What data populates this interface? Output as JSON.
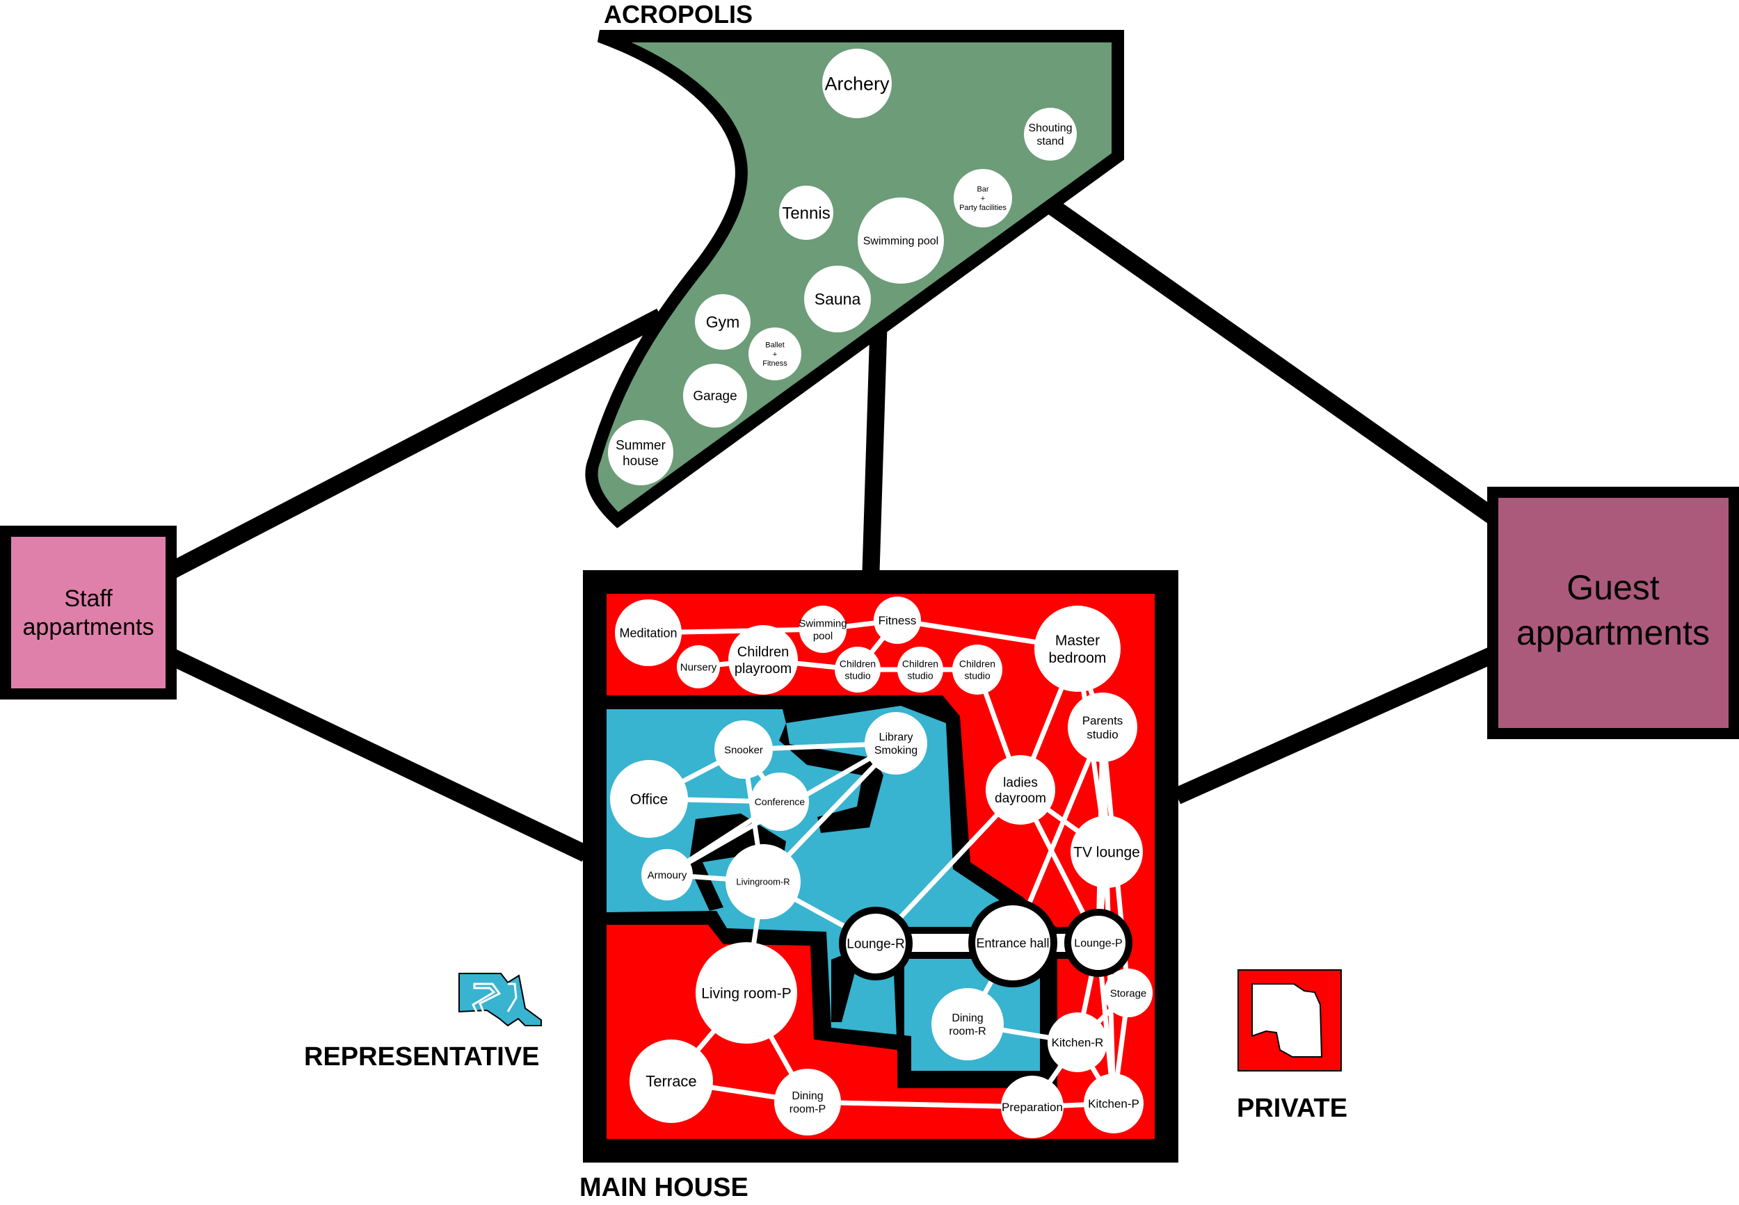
{
  "headings": {
    "acropolis": "ACROPOLIS",
    "main_house": "MAIN HOUSE",
    "representative": "REPRESENTATIVE",
    "private": "PRIVATE"
  },
  "buildings": {
    "staff": [
      "Staff",
      "appartments"
    ],
    "guest": [
      "Guest",
      "appartments"
    ]
  },
  "colors": {
    "acropolis": "#6c9c78",
    "main_house": "#ff0000",
    "representative": "#38b3d0",
    "staff": "#df80aa",
    "guest": "#ac5a7c",
    "outline": "#000000",
    "node": "#ffffff"
  },
  "acropolis_nodes": [
    {
      "id": "archery",
      "lines": [
        "Archery"
      ]
    },
    {
      "id": "shouting-stand",
      "lines": [
        "Shouting",
        "stand"
      ]
    },
    {
      "id": "bar",
      "lines": [
        "Bar",
        "+",
        "Party facilities"
      ]
    },
    {
      "id": "tennis",
      "lines": [
        "Tennis"
      ]
    },
    {
      "id": "swimming-pool",
      "lines": [
        "Swimming pool"
      ]
    },
    {
      "id": "sauna",
      "lines": [
        "Sauna"
      ]
    },
    {
      "id": "gym",
      "lines": [
        "Gym"
      ]
    },
    {
      "id": "ballet",
      "lines": [
        "Ballet",
        "+",
        "Fitness"
      ]
    },
    {
      "id": "garage",
      "lines": [
        "Garage"
      ]
    },
    {
      "id": "summer-house",
      "lines": [
        "Summer",
        "house"
      ]
    }
  ],
  "house_nodes": [
    {
      "id": "meditation",
      "lines": [
        "Meditation"
      ]
    },
    {
      "id": "swimming-pool-p",
      "lines": [
        "Swimming",
        "pool"
      ]
    },
    {
      "id": "fitness",
      "lines": [
        "Fitness"
      ]
    },
    {
      "id": "master-bedroom",
      "lines": [
        "Master",
        "bedroom"
      ]
    },
    {
      "id": "nursery",
      "lines": [
        "Nursery"
      ]
    },
    {
      "id": "children-playroom",
      "lines": [
        "Children",
        "playroom"
      ]
    },
    {
      "id": "children-studio-1",
      "lines": [
        "Children",
        "studio"
      ]
    },
    {
      "id": "children-studio-2",
      "lines": [
        "Children",
        "studio"
      ]
    },
    {
      "id": "children-studio-3",
      "lines": [
        "Children",
        "studio"
      ]
    },
    {
      "id": "parents-studio",
      "lines": [
        "Parents",
        "studio"
      ]
    },
    {
      "id": "snooker",
      "lines": [
        "Snooker"
      ]
    },
    {
      "id": "library-smoking",
      "lines": [
        "Library",
        "Smoking"
      ]
    },
    {
      "id": "office",
      "lines": [
        "Office"
      ]
    },
    {
      "id": "conference",
      "lines": [
        "Conference"
      ]
    },
    {
      "id": "ladies-dayroom",
      "lines": [
        "ladies",
        "dayroom"
      ]
    },
    {
      "id": "armoury",
      "lines": [
        "Armoury"
      ]
    },
    {
      "id": "livingroom-r",
      "lines": [
        "Livingroom-R"
      ]
    },
    {
      "id": "tv-lounge",
      "lines": [
        "TV lounge"
      ]
    },
    {
      "id": "lounge-r",
      "lines": [
        "Lounge-R"
      ]
    },
    {
      "id": "entrance-hall",
      "lines": [
        "Entrance hall"
      ]
    },
    {
      "id": "lounge-p",
      "lines": [
        "Lounge-P"
      ]
    },
    {
      "id": "living-room-p",
      "lines": [
        "Living room-P"
      ]
    },
    {
      "id": "storage",
      "lines": [
        "Storage"
      ]
    },
    {
      "id": "dining-room-r",
      "lines": [
        "Dining",
        "room-R"
      ]
    },
    {
      "id": "kitchen-r",
      "lines": [
        "Kitchen-R"
      ]
    },
    {
      "id": "terrace",
      "lines": [
        "Terrace"
      ]
    },
    {
      "id": "dining-room-p",
      "lines": [
        "Dining",
        "room-P"
      ]
    },
    {
      "id": "preparation",
      "lines": [
        "Preparation"
      ]
    },
    {
      "id": "kitchen-p",
      "lines": [
        "Kitchen-P"
      ]
    }
  ],
  "house_links": [
    [
      "meditation",
      "swimming-pool-p"
    ],
    [
      "swimming-pool-p",
      "fitness"
    ],
    [
      "fitness",
      "master-bedroom"
    ],
    [
      "nursery",
      "children-playroom"
    ],
    [
      "children-playroom",
      "children-studio-1"
    ],
    [
      "children-studio-1",
      "children-studio-2"
    ],
    [
      "children-studio-2",
      "children-studio-3"
    ],
    [
      "children-studio-1",
      "fitness"
    ],
    [
      "children-studio-3",
      "ladies-dayroom"
    ],
    [
      "master-bedroom",
      "ladies-dayroom"
    ],
    [
      "master-bedroom",
      "parents-studio"
    ],
    [
      "master-bedroom",
      "tv-lounge"
    ],
    [
      "parents-studio",
      "tv-lounge"
    ],
    [
      "parents-studio",
      "entrance-hall"
    ],
    [
      "parents-studio",
      "lounge-p"
    ],
    [
      "parents-studio",
      "storage"
    ],
    [
      "parents-studio",
      "kitchen-p"
    ],
    [
      "ladies-dayroom",
      "tv-lounge"
    ],
    [
      "ladies-dayroom",
      "lounge-r"
    ],
    [
      "ladies-dayroom",
      "lounge-p"
    ],
    [
      "snooker",
      "library-smoking"
    ],
    [
      "snooker",
      "office"
    ],
    [
      "snooker",
      "conference"
    ],
    [
      "snooker",
      "livingroom-r"
    ],
    [
      "office",
      "conference"
    ],
    [
      "library-smoking",
      "armoury"
    ],
    [
      "library-smoking",
      "livingroom-r"
    ],
    [
      "armoury",
      "conference"
    ],
    [
      "armoury",
      "livingroom-r"
    ],
    [
      "livingroom-r",
      "lounge-r"
    ],
    [
      "livingroom-r",
      "living-room-p"
    ],
    [
      "lounge-r",
      "entrance-hall"
    ],
    [
      "entrance-hall",
      "lounge-p"
    ],
    [
      "entrance-hall",
      "dining-room-r"
    ],
    [
      "lounge-p",
      "storage"
    ],
    [
      "lounge-p",
      "kitchen-r"
    ],
    [
      "lounge-p",
      "kitchen-p"
    ],
    [
      "tv-lounge",
      "lounge-p"
    ],
    [
      "dining-room-r",
      "kitchen-r"
    ],
    [
      "storage",
      "kitchen-r"
    ],
    [
      "storage",
      "kitchen-p"
    ],
    [
      "kitchen-r",
      "kitchen-p"
    ],
    [
      "living-room-p",
      "terrace"
    ],
    [
      "living-room-p",
      "dining-room-p"
    ],
    [
      "terrace",
      "dining-room-p"
    ],
    [
      "dining-room-p",
      "preparation"
    ],
    [
      "preparation",
      "kitchen-p"
    ],
    [
      "preparation",
      "kitchen-r"
    ]
  ]
}
